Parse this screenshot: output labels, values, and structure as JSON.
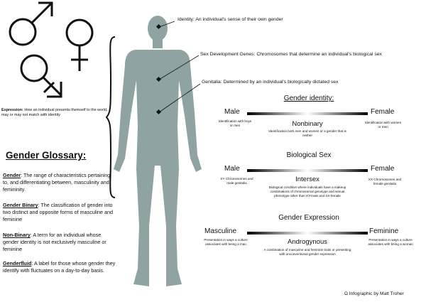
{
  "annotations": {
    "identity": "Identity: An individual's sense of their own gender",
    "sex_genes": "Sex Development Genes: Chromosomes that determine an individual's biological sex",
    "genitalia": "Genitalia: Determined by an individual's biologically dictated sex"
  },
  "expression_note": {
    "term": "Expression:",
    "text": "How an individual presents themself to the world, may or may not match with identity"
  },
  "glossary": {
    "title": "Gender Glossary:",
    "items": [
      {
        "term": "Gender",
        "text": ": The range of characteristics pertaining to, and differentiating between, masculinity and femininity."
      },
      {
        "term": "Gender Binary",
        "text": ": The classification of gender into two distinct and opposite forms of masculine and feminine"
      },
      {
        "term": "Non-Binary",
        "text": ": A term for an individual whose gender identity is not exclusively masculine or feminine"
      },
      {
        "term": "Genderfluid",
        "text": ":  A label for those whose gender they identify with fluctuates on a day-to-day basis."
      }
    ]
  },
  "spectrums": [
    {
      "title": "Gender identity:",
      "left": "Male",
      "left_desc": "Identification with boys or men",
      "right": "Female",
      "right_desc": "Identification with women or men",
      "middle": "Nonbinary",
      "middle_desc": "Identification both men and women or a gender that is neither"
    },
    {
      "title": "Biological Sex",
      "left": "Male",
      "left_desc": "XY Chromosomes and male genitalia",
      "right": "Female",
      "right_desc": "XX Chromosomes and female genitalia",
      "middle": "Intersex",
      "middle_desc": "Biological condition where individuals have a makeup combinations of chromosomal genotype and sexual phenotype other than XY-male and XX-female"
    },
    {
      "title": "Gender Expression",
      "left": "Masculine",
      "left_desc": "Presentation in ways a culture associates with being a man",
      "right": "Feminine",
      "right_desc": "Presentation in ways a culture associates with being a woman",
      "middle": "Androgynous",
      "middle_desc": "A combination of masculine and feminine traits or presenting with unconventional gender expression"
    }
  ],
  "credit": "Infographic by Matt Troher",
  "credit_icon": "omega-icon",
  "colors": {
    "figure": "#8fa3a3",
    "bar_dark": "#000000",
    "bar_light": "#ffffff"
  }
}
